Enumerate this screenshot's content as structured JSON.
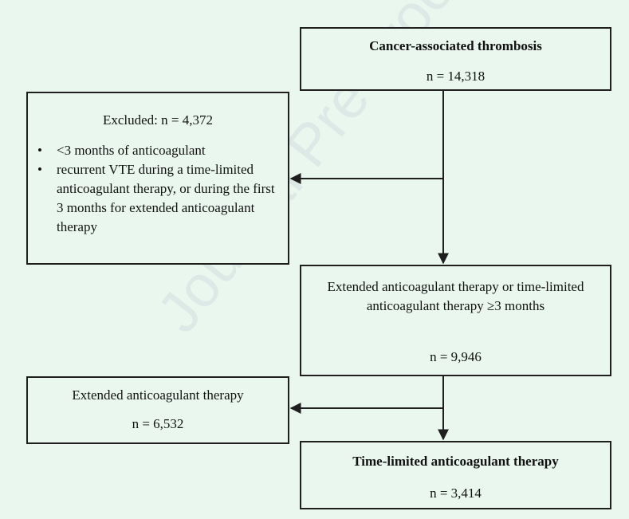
{
  "watermark": "Journal Pre-proof",
  "boxes": {
    "cancer": {
      "title": "Cancer-associated thrombosis",
      "n": "n = 14,318"
    },
    "excluded": {
      "title": "Excluded: n = 4,372",
      "items": [
        "<3 months of anticoagulant",
        "recurrent VTE during a time-limited anticoagulant therapy, or during the first 3 months for extended anticoagulant therapy"
      ]
    },
    "extended_or_limited": {
      "title": "Extended anticoagulant therapy or time-limited anticoagulant therapy ≥3 months",
      "n": "n = 9,946"
    },
    "extended": {
      "title": "Extended anticoagulant therapy",
      "n": "n = 6,532"
    },
    "time_limited": {
      "title": "Time-limited anticoagulant therapy",
      "n": "n = 3,414"
    }
  },
  "colors": {
    "background": "#e9f7ef",
    "line": "#1f1f1f"
  }
}
